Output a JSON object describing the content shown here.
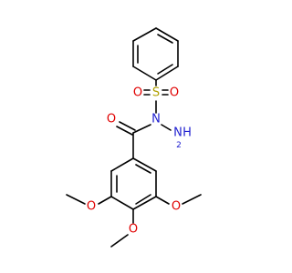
{
  "molecule": {
    "atom_colors": {
      "C": "#000000",
      "O": "#e00000",
      "N": "#2020d0",
      "S": "#b0a000"
    },
    "labels": {
      "s": "S",
      "o_s_left": "O",
      "o_s_right": "O",
      "n_amide": "N",
      "nh2_n": "N",
      "nh2_h": "H",
      "nh2_sub": "2",
      "o_carbonyl": "O",
      "o_methoxy_left": "O",
      "o_methoxy_right": "O",
      "o_methoxy_bottom": "O"
    }
  }
}
